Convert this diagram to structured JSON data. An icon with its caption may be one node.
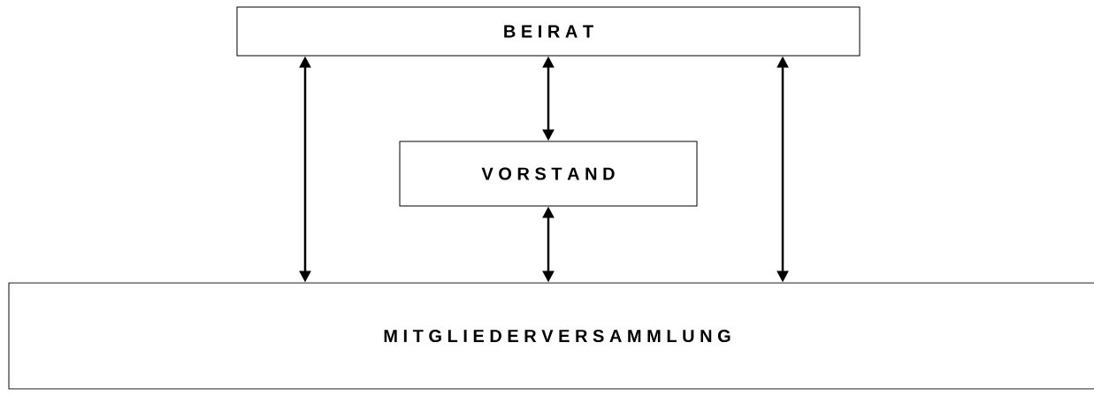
{
  "diagram": {
    "nodes": [
      {
        "text": [
          "B E I R A T"
        ]
      },
      {
        "text": [
          "V O R S T A N D"
        ]
      },
      {
        "text": [
          "M I T G L I E D E R V E R S A M M L U N G"
        ]
      }
    ],
    "edges": [
      {
        "from": 0,
        "to": 2,
        "arrow": "both"
      },
      {
        "from": 0,
        "to": 1,
        "arrow": "both"
      },
      {
        "from": 1,
        "to": 2,
        "arrow": "both"
      },
      {
        "from": 0,
        "to": 2,
        "arrow": "both"
      }
    ]
  }
}
